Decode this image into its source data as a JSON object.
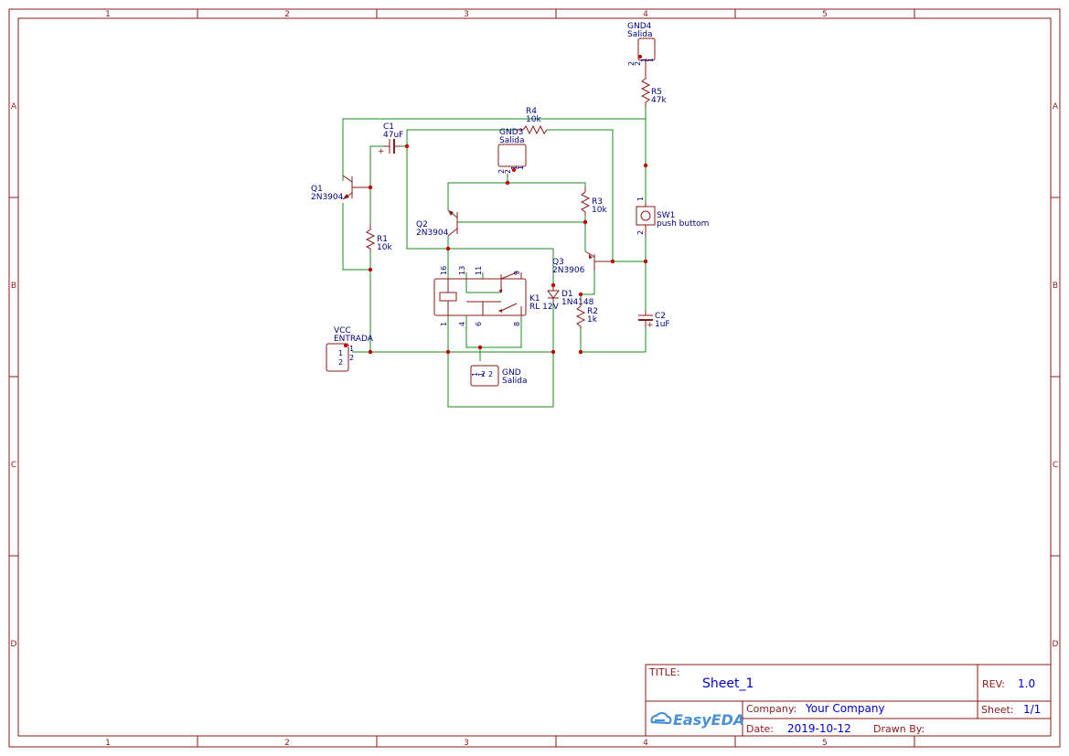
{
  "frame": {
    "col_labels": [
      "1",
      "2",
      "3",
      "4",
      "5"
    ],
    "row_labels": [
      "A",
      "B",
      "C",
      "D"
    ]
  },
  "title_block": {
    "title_label": "TITLE:",
    "title": "Sheet_1",
    "rev_label": "REV:",
    "rev": "1.0",
    "company_label": "Company:",
    "company": "Your Company",
    "sheet_label": "Sheet:",
    "sheet": "1/1",
    "date_label": "Date:",
    "date": "2019-10-12",
    "drawn_by_label": "Drawn By:",
    "logo": "EasyEDA"
  },
  "components": {
    "gnd4": {
      "name": "GND4",
      "value": "Salida",
      "pins": [
        "2",
        "2",
        "1",
        "1"
      ]
    },
    "gnd3": {
      "name": "GND3",
      "value": "Salida",
      "pins": [
        "2",
        "2",
        "1",
        "1"
      ]
    },
    "gnd": {
      "name": "GND",
      "value": "Salida",
      "pins": [
        "1",
        "1",
        "2",
        "2"
      ]
    },
    "vcc": {
      "name": "VCC",
      "value": "ENTRADA",
      "pins": [
        "1",
        "2",
        "1",
        "2"
      ]
    },
    "r5": {
      "name": "R5",
      "value": "47k"
    },
    "r4": {
      "name": "R4",
      "value": "10k"
    },
    "r3": {
      "name": "R3",
      "value": "10k"
    },
    "r2": {
      "name": "R2",
      "value": "1k"
    },
    "r1": {
      "name": "R1",
      "value": "10k"
    },
    "c1": {
      "name": "C1",
      "value": "47uF"
    },
    "c2": {
      "name": "C2",
      "value": "1uF"
    },
    "q1": {
      "name": "Q1",
      "value": "2N3904"
    },
    "q2": {
      "name": "Q2",
      "value": "2N3904"
    },
    "q3": {
      "name": "Q3",
      "value": "2N3906"
    },
    "d1": {
      "name": "D1",
      "value": "1N4148"
    },
    "sw1": {
      "name": "SW1",
      "value": "push buttom",
      "pins": [
        "1",
        "2"
      ]
    },
    "k1": {
      "name": "K1",
      "value": "RL 12V",
      "pins": [
        "16",
        "13",
        "11",
        "9",
        "1",
        "4",
        "6",
        "8"
      ]
    }
  }
}
